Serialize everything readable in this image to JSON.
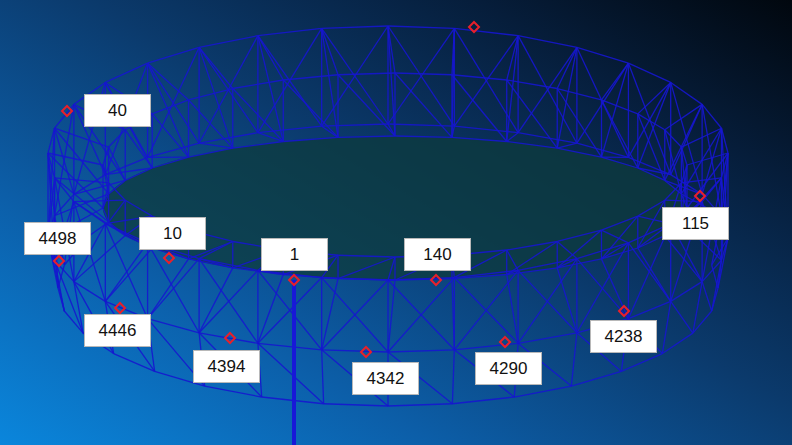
{
  "diagram": {
    "nodes": [
      {
        "text": [
          "40"
        ]
      },
      {
        "text": [
          "4498"
        ]
      },
      {
        "text": [
          "10"
        ]
      },
      {
        "text": [
          "1"
        ]
      },
      {
        "text": [
          "140"
        ]
      },
      {
        "text": [
          "115"
        ]
      },
      {
        "text": [
          "4446"
        ]
      },
      {
        "text": [
          "4394"
        ]
      },
      {
        "text": [
          "4342"
        ]
      },
      {
        "text": [
          "4290"
        ]
      },
      {
        "text": [
          "4238"
        ]
      }
    ]
  }
}
